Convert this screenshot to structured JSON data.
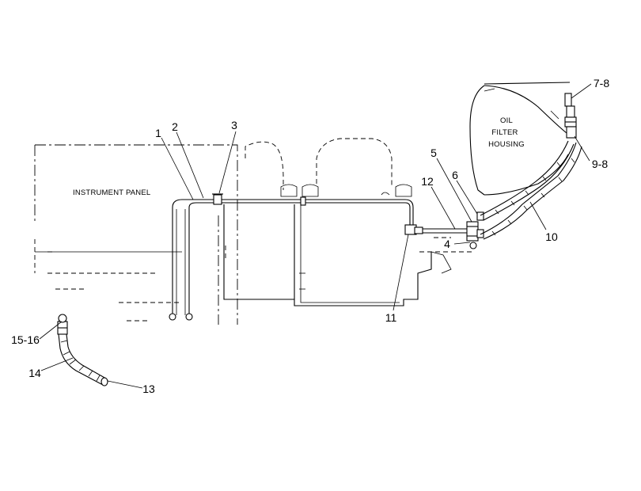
{
  "captions": {
    "instrument_panel": "INSTRUMENT PANEL",
    "oil_filter_line1": "OIL",
    "oil_filter_line2": "FILTER",
    "oil_filter_line3": "HOUSING"
  },
  "callouts": [
    "1",
    "2",
    "3",
    "5",
    "6",
    "12",
    "4",
    "11",
    "10",
    "7-8",
    "9-8",
    "15-16",
    "14",
    "13"
  ]
}
